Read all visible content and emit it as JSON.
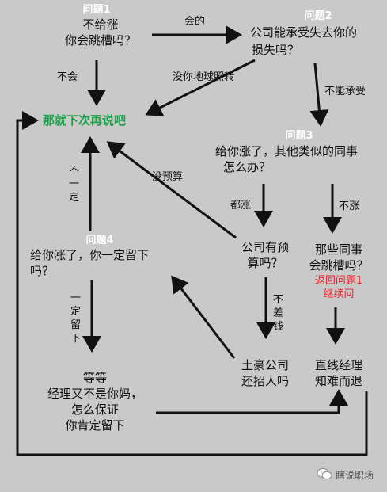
{
  "q1": {
    "tag": "问题1",
    "line1": "不给涨",
    "line2": "你会跳槽吗？"
  },
  "q2": {
    "tag": "问题2",
    "line1": "公司能承受失去你的",
    "line2": "损失吗？"
  },
  "q3": {
    "tag": "问题3",
    "line1": "给你涨了，其他类似的同事",
    "line2": "怎么办？"
  },
  "q4": {
    "tag": "问题4",
    "line1": "给你涨了，你一定留下",
    "line2": "吗？"
  },
  "result": "那就下次再说吧",
  "edges": {
    "huide": "会的",
    "buhui": "不会",
    "meini": "没你地球照转",
    "bunengchengshou": "不能承受",
    "buyiding": "不\n一\n定",
    "meiyusuan": "没预算",
    "duzhang": "都涨",
    "buzhang": "不涨",
    "yidingliuxia": "一\n定\n留\n下",
    "buchaqian": "不\n差\n钱"
  },
  "budget": {
    "line1": "公司有预",
    "line2": "算吗？"
  },
  "colleagues": {
    "line1": "那些同事",
    "line2": "会跳槽吗？",
    "back1": "返回问题1",
    "back2": "继续问"
  },
  "tuhao": {
    "line1": "土豪公司",
    "line2": "还招人吗"
  },
  "manager": {
    "line1": "直线经理",
    "line2": "知难而退"
  },
  "wait": {
    "line1": "等等",
    "line2": "经理又不是你妈，",
    "line3": "怎么保证",
    "line4": "你肯定留下"
  },
  "watermark": "瞎说职场",
  "colors": {
    "background": "#c9c9c9",
    "tag": "#ffffff",
    "result": "#1aa34a",
    "back": "#e8202a",
    "arrow": "#111111"
  }
}
